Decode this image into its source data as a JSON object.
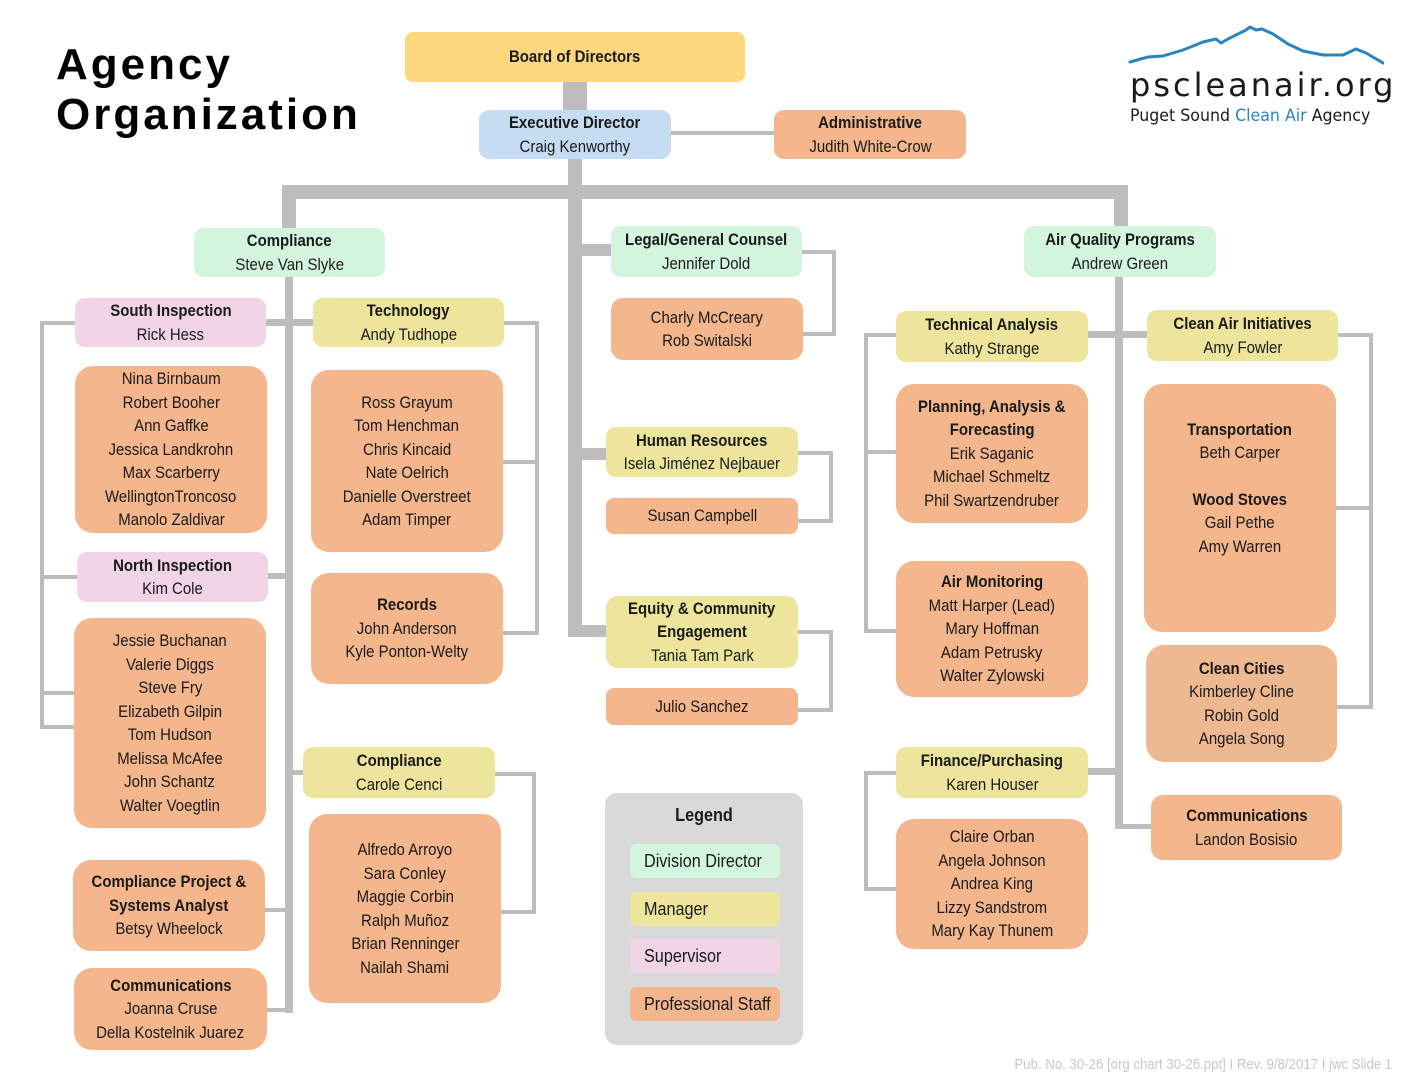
{
  "title": {
    "line1": "Agency",
    "line2": "Organization"
  },
  "logo": {
    "domain": "pscleanair.org",
    "agency_prefix": "Puget Sound ",
    "agency_accent": "Clean Air",
    "agency_suffix": " Agency",
    "accent_color": "#2a84c1"
  },
  "colors": {
    "board": "#fcd77e",
    "executive": "#c6dcf2",
    "division_director": "#d3f5de",
    "manager": "#ede59b",
    "supervisor": "#f1d4e6",
    "professional_staff": "#f4b68c",
    "connector": "#bdbdbd"
  },
  "board": {
    "title": "Board of Directors"
  },
  "executive": {
    "title": "Executive Director",
    "name": "Craig Kenworthy"
  },
  "administrative": {
    "title": "Administrative",
    "name": "Judith White-Crow"
  },
  "compliance": {
    "director": {
      "title": "Compliance",
      "name": "Steve Van Slyke"
    },
    "south_inspection": {
      "title": "South Inspection",
      "name": "Rick Hess",
      "staff": [
        "Nina Birnbaum",
        "Robert Booher",
        "Ann Gaffke",
        "Jessica Landkrohn",
        "Max Scarberry",
        "WellingtonTroncoso",
        "Manolo Zaldivar"
      ]
    },
    "north_inspection": {
      "title": "North Inspection",
      "name": "Kim Cole",
      "staff": [
        "Jessie Buchanan",
        "Valerie Diggs",
        "Steve Fry",
        "Elizabeth Gilpin",
        "Tom Hudson",
        "Melissa McAfee",
        "John Schantz",
        "Walter Voegtlin"
      ]
    },
    "project_analyst": {
      "title_line1": "Compliance Project &",
      "title_line2": "Systems Analyst",
      "name": "Betsy Wheelock"
    },
    "communications": {
      "title": "Communications",
      "names": [
        "Joanna Cruse",
        "Della Kostelnik Juarez"
      ]
    },
    "technology": {
      "title": "Technology",
      "name": "Andy Tudhope",
      "staff": [
        "Ross Grayum",
        "Tom Henchman",
        "Chris Kincaid",
        "Nate Oelrich",
        "Danielle Overstreet",
        "Adam Timper"
      ]
    },
    "records": {
      "title": "Records",
      "names": [
        "John Anderson",
        "Kyle Ponton-Welty"
      ]
    },
    "compliance_mgr": {
      "title": "Compliance",
      "name": "Carole Cenci",
      "staff": [
        "Alfredo Arroyo",
        "Sara Conley",
        "Maggie Corbin",
        "Ralph Muñoz",
        "Brian Renninger",
        "Nailah Shami"
      ]
    }
  },
  "legal": {
    "director": {
      "title": "Legal/General Counsel",
      "name": "Jennifer Dold"
    },
    "staff": [
      "Charly McCreary",
      "Rob Switalski"
    ]
  },
  "hr": {
    "manager": {
      "title": "Human Resources",
      "name": "Isela Jiménez Nejbauer"
    },
    "staff": [
      "Susan Campbell"
    ]
  },
  "equity": {
    "manager": {
      "title_line1": "Equity & Community",
      "title_line2": "Engagement",
      "name": "Tania Tam Park"
    },
    "staff": [
      "Julio Sanchez"
    ]
  },
  "air_quality": {
    "director": {
      "title": "Air Quality Programs",
      "name": "Andrew Green"
    },
    "technical_analysis": {
      "title": "Technical Analysis",
      "name": "Kathy Strange"
    },
    "planning": {
      "title_line1": "Planning, Analysis &",
      "title_line2": "Forecasting",
      "staff": [
        "Erik Saganic",
        "Michael Schmeltz",
        "Phil Swartzendruber"
      ]
    },
    "air_monitoring": {
      "title": "Air Monitoring",
      "staff": [
        "Matt Harper (Lead)",
        "Mary Hoffman",
        "Adam Petrusky",
        "Walter Zylowski"
      ]
    },
    "finance": {
      "title": "Finance/Purchasing",
      "name": "Karen Houser",
      "staff": [
        "Claire Orban",
        "Angela Johnson",
        "Andrea King",
        "Lizzy Sandstrom",
        "Mary Kay Thunem"
      ]
    },
    "clean_air_initiatives": {
      "title": "Clean Air Initiatives",
      "name": "Amy Fowler"
    },
    "transportation": {
      "title": "Transportation",
      "staff": [
        "Beth Carper"
      ]
    },
    "wood_stoves": {
      "title": "Wood Stoves",
      "staff": [
        "Gail Pethe",
        "Amy Warren"
      ]
    },
    "clean_cities": {
      "title": "Clean Cities",
      "staff": [
        "Kimberley Cline",
        "Robin Gold",
        "Angela Song"
      ]
    },
    "communications": {
      "title": "Communications",
      "name": "Landon Bosisio"
    }
  },
  "legend": {
    "title": "Legend",
    "items": [
      {
        "label": "Division Director",
        "color": "#d3f5de"
      },
      {
        "label": "Manager",
        "color": "#ede59b"
      },
      {
        "label": "Supervisor",
        "color": "#f1d4e6"
      },
      {
        "label": "Professional Staff",
        "color": "#f4b68c"
      }
    ]
  },
  "footer": "Pub. No. 30-26 [org chart 30-26.ppt] I Rev. 9/8/2017 I jwc    Slide 1"
}
